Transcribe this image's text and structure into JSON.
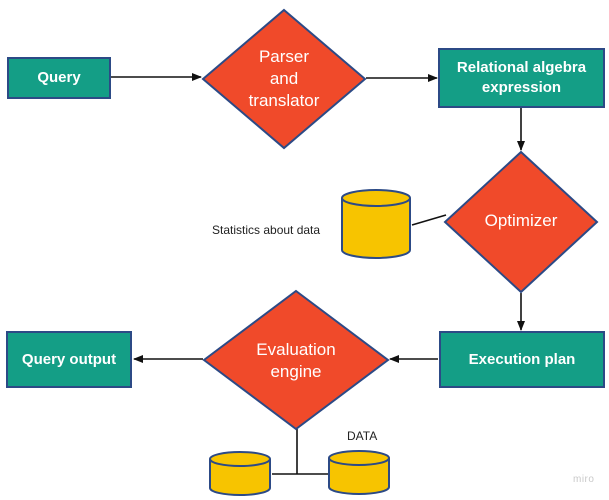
{
  "nodes": {
    "query": {
      "label": "Query"
    },
    "parser": {
      "label": "Parser\nand\ntranslator"
    },
    "relational_algebra": {
      "label": "Relational algebra\nexpression"
    },
    "optimizer": {
      "label": "Optimizer"
    },
    "execution_plan": {
      "label": "Execution plan"
    },
    "evaluation_engine": {
      "label": "Evaluation\nengine"
    },
    "query_output": {
      "label": "Query output"
    }
  },
  "annotations": {
    "statistics": "Statistics about data",
    "data": "DATA"
  },
  "watermark": "miro",
  "colors": {
    "process_box": "#149e86",
    "decision_diamond": "#f04a2a",
    "database": "#f7c400",
    "outline": "#2c4a86",
    "arrow": "#111111"
  }
}
